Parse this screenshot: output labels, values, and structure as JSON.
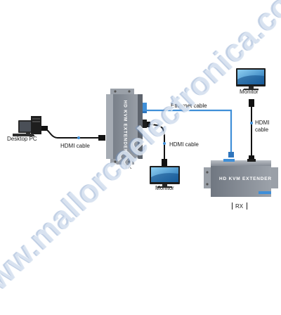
{
  "devices": {
    "desktop_pc": {
      "label": "Desktop PC"
    },
    "transmitter": {
      "title": "HD KVM EXTENDER",
      "label": "TX"
    },
    "receiver": {
      "title": "HD KVM EXTENDER",
      "label": "RX"
    },
    "monitor_local": {
      "label": "Monitor"
    },
    "monitor_remote": {
      "label": "Monitor"
    }
  },
  "cables": {
    "pc_to_tx": "HDMI cable",
    "tx_to_monitor": "HDMI cable",
    "ethernet": "Ethernet cable",
    "rx_to_monitor": [
      "HDMI",
      "cable"
    ]
  },
  "watermark": "www.mallorcaelectronica.com",
  "colors": {
    "device_body": "#8a9099",
    "device_dark": "#5c626b",
    "accent": "#3f8fd8",
    "cable": "#111111",
    "watermark": "#9db6d8"
  }
}
